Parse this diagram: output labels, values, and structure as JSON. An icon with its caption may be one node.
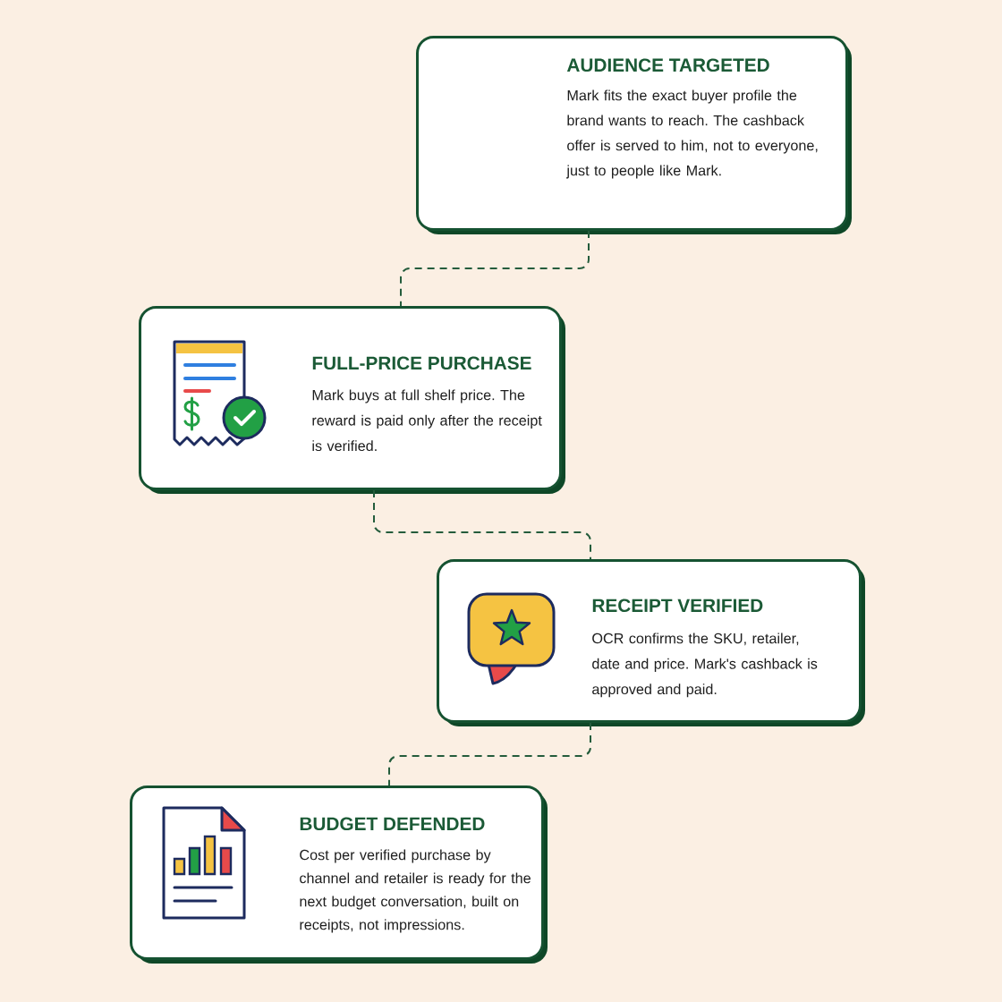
{
  "diagram": {
    "nodes": [
      {
        "text": [
          "AUDIENCE TARGETED",
          "Mark fits the exact buyer profile the brand wants to reach. The cashback offer is served to him, not to everyone, just to people like Mark."
        ]
      },
      {
        "text": [
          "FULL-PRICE PURCHASE",
          "Mark buys at full shelf price. The reward is paid only after the receipt is verified."
        ]
      },
      {
        "text": [
          "RECEIPT VERIFIED",
          "OCR confirms the SKU, retailer, date and price. Mark's cashback is approved and paid."
        ]
      },
      {
        "text": [
          "BUDGET DEFENDED",
          "Cost per verified purchase by channel and retailer is ready for the next budget conversation, built on receipts, not impressions."
        ]
      }
    ],
    "edges": [
      {
        "from": 0,
        "to": 1,
        "arrow": "none",
        "style": "dashed"
      },
      {
        "from": 1,
        "to": 2,
        "arrow": "none",
        "style": "dashed"
      },
      {
        "from": 2,
        "to": 3,
        "arrow": "none",
        "style": "dashed"
      }
    ]
  }
}
